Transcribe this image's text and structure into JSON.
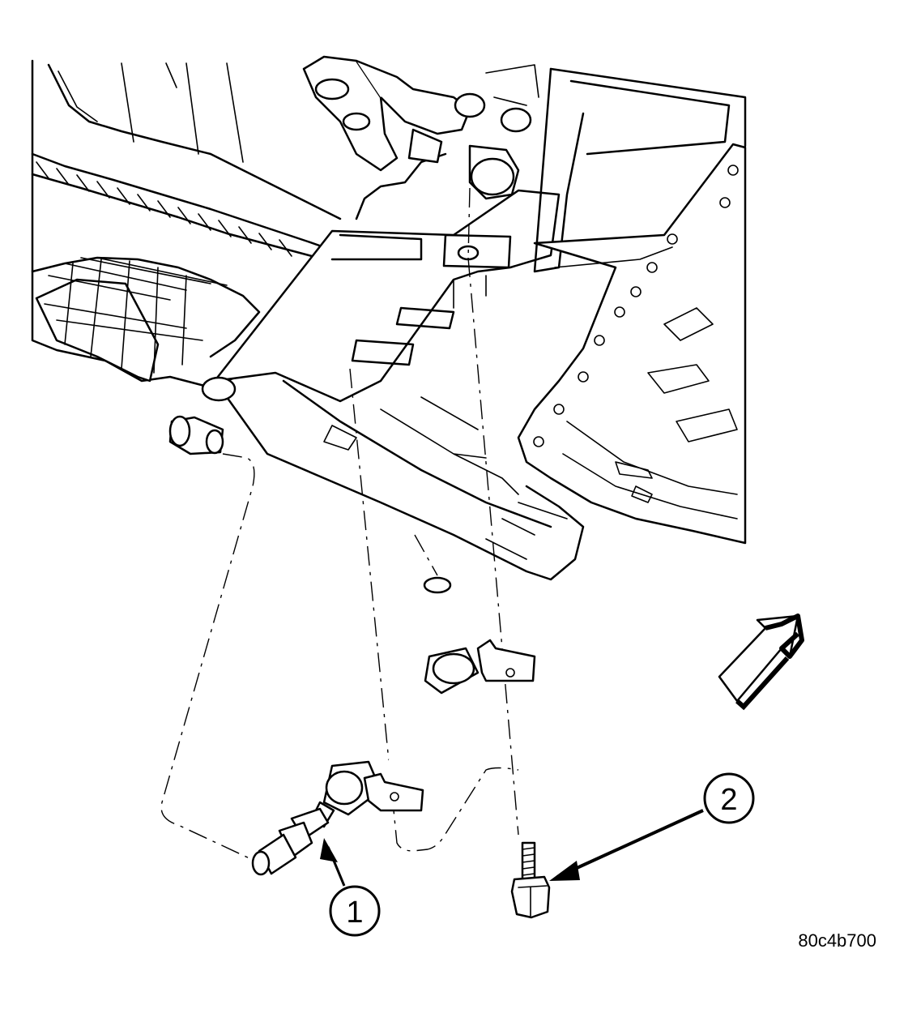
{
  "callouts": [
    {
      "id": "1",
      "label": "1"
    },
    {
      "id": "2",
      "label": "2"
    }
  ],
  "figure_code": "80c4b700",
  "colors": {
    "ink": "#000000",
    "background": "#ffffff"
  }
}
